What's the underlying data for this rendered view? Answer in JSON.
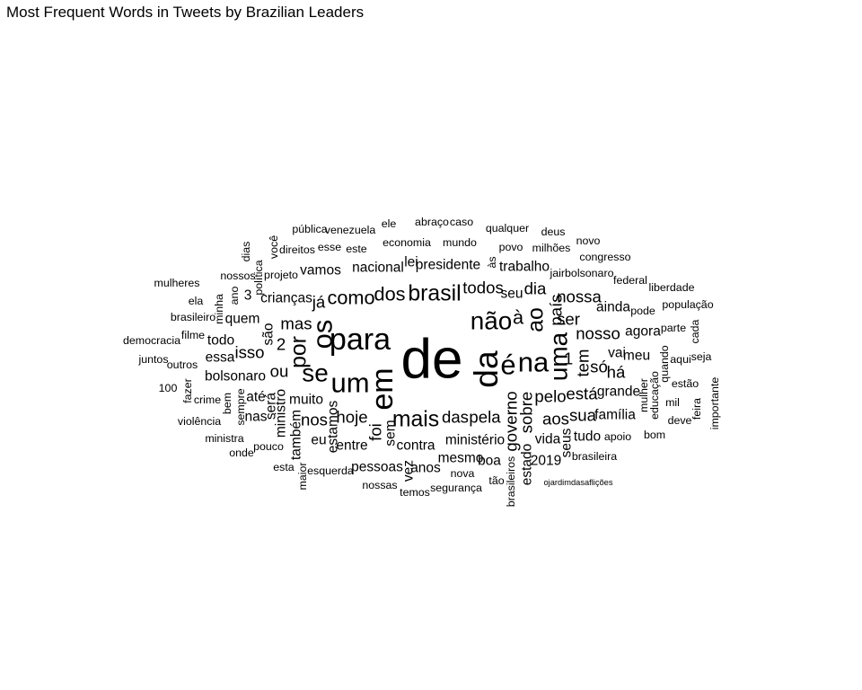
{
  "chart_data": {
    "type": "wordcloud",
    "title": "Most Frequent Words in Tweets by Brazilian Leaders",
    "text_color": "#000000",
    "background_color": "#ffffff",
    "words": [
      {
        "text": "de",
        "size": 10
      },
      {
        "text": "da",
        "size": 6
      },
      {
        "text": "em",
        "size": 5.5
      },
      {
        "text": "para",
        "size": 5.5
      },
      {
        "text": "um",
        "size": 5
      },
      {
        "text": "os",
        "size": 5
      },
      {
        "text": "na",
        "size": 5
      },
      {
        "text": "é",
        "size": 5
      },
      {
        "text": "não",
        "size": 4.5
      },
      {
        "text": "uma",
        "size": 4.5
      },
      {
        "text": "se",
        "size": 4.5
      },
      {
        "text": "mais",
        "size": 4
      },
      {
        "text": "brasil",
        "size": 4
      },
      {
        "text": "por",
        "size": 4
      },
      {
        "text": "ao",
        "size": 4
      },
      {
        "text": "dos",
        "size": 3.5
      },
      {
        "text": "como",
        "size": 3.5
      },
      {
        "text": "à",
        "size": 3.5
      },
      {
        "text": "das",
        "size": 3
      },
      {
        "text": "hoje",
        "size": 3
      },
      {
        "text": "todos",
        "size": 3
      },
      {
        "text": "1",
        "size": 3
      },
      {
        "text": "mas",
        "size": 3
      },
      {
        "text": "sobre",
        "size": 3
      },
      {
        "text": "governo",
        "size": 3
      },
      {
        "text": "tem",
        "size": 3
      },
      {
        "text": "pelo",
        "size": 3
      },
      {
        "text": "pela",
        "size": 3
      },
      {
        "text": "dia",
        "size": 3
      },
      {
        "text": "ou",
        "size": 3
      },
      {
        "text": "já",
        "size": 3
      },
      {
        "text": "2",
        "size": 3
      },
      {
        "text": "nos",
        "size": 3
      },
      {
        "text": "foi",
        "size": 3
      },
      {
        "text": "ser",
        "size": 3
      },
      {
        "text": "nosso",
        "size": 3
      },
      {
        "text": "está",
        "size": 3
      },
      {
        "text": "só",
        "size": 3
      },
      {
        "text": "há",
        "size": 3
      },
      {
        "text": "nossa",
        "size": 3
      },
      {
        "text": "país",
        "size": 3
      },
      {
        "text": "isso",
        "size": 3
      },
      {
        "text": "aos",
        "size": 3
      },
      {
        "text": "sua",
        "size": 3
      },
      {
        "text": "muito",
        "size": 2.5
      },
      {
        "text": "são",
        "size": 2.5
      },
      {
        "text": "quem",
        "size": 2.5
      },
      {
        "text": "contra",
        "size": 2.5
      },
      {
        "text": "até",
        "size": 2.5
      },
      {
        "text": "nas",
        "size": 2.5
      },
      {
        "text": "eu",
        "size": 2.5
      },
      {
        "text": "vida",
        "size": 2.5
      },
      {
        "text": "tudo",
        "size": 2.5
      },
      {
        "text": "entre",
        "size": 2.5
      },
      {
        "text": "ministério",
        "size": 2.5
      },
      {
        "text": "lei",
        "size": 2.5
      },
      {
        "text": "presidente",
        "size": 2.5
      },
      {
        "text": "nacional",
        "size": 2.5
      },
      {
        "text": "vamos",
        "size": 2.5
      },
      {
        "text": "trabalho",
        "size": 2.5
      },
      {
        "text": "crianças",
        "size": 2.5
      },
      {
        "text": "3",
        "size": 2.5
      },
      {
        "text": "todo",
        "size": 2.5
      },
      {
        "text": "essa",
        "size": 2.5
      },
      {
        "text": "bolsonaro",
        "size": 2.5
      },
      {
        "text": "seu",
        "size": 2.5
      },
      {
        "text": "ainda",
        "size": 2.5
      },
      {
        "text": "agora",
        "size": 2.5
      },
      {
        "text": "vai",
        "size": 2.5
      },
      {
        "text": "meu",
        "size": 2.5
      },
      {
        "text": "grande",
        "size": 2.5
      },
      {
        "text": "família",
        "size": 2.5
      },
      {
        "text": "mesmo",
        "size": 2.5
      },
      {
        "text": "anos",
        "size": 2.5
      },
      {
        "text": "pessoas",
        "size": 2.5
      },
      {
        "text": "vez",
        "size": 2.5
      },
      {
        "text": "2019",
        "size": 2.5
      },
      {
        "text": "boa",
        "size": 2.5
      },
      {
        "text": "estado",
        "size": 2.5
      },
      {
        "text": "ministro",
        "size": 2.5
      },
      {
        "text": "será",
        "size": 2.5
      },
      {
        "text": "também",
        "size": 2.5
      },
      {
        "text": "estamos",
        "size": 2.5
      },
      {
        "text": "sem",
        "size": 2.5
      },
      {
        "text": "seus",
        "size": 2.5
      },
      {
        "text": "apoio",
        "size": 2
      },
      {
        "text": "pode",
        "size": 2
      },
      {
        "text": "aqui",
        "size": 2
      },
      {
        "text": "mil",
        "size": 2
      },
      {
        "text": "quando",
        "size": 2
      },
      {
        "text": "educação",
        "size": 2
      },
      {
        "text": "mulher",
        "size": 2
      },
      {
        "text": "bem",
        "size": 2
      },
      {
        "text": "sempre",
        "size": 2
      },
      {
        "text": "crime",
        "size": 2
      },
      {
        "text": "fazer",
        "size": 2
      },
      {
        "text": "minha",
        "size": 2
      },
      {
        "text": "ano",
        "size": 2
      },
      {
        "text": "projeto",
        "size": 2
      },
      {
        "text": "política",
        "size": 2
      },
      {
        "text": "direitos",
        "size": 2
      },
      {
        "text": "esse",
        "size": 2
      },
      {
        "text": "este",
        "size": 2
      },
      {
        "text": "economia",
        "size": 2
      },
      {
        "text": "mundo",
        "size": 2
      },
      {
        "text": "povo",
        "size": 2
      },
      {
        "text": "milhões",
        "size": 2
      },
      {
        "text": "às",
        "size": 2
      },
      {
        "text": "jairbolsonaro",
        "size": 2
      },
      {
        "text": "federal",
        "size": 2
      },
      {
        "text": "congresso",
        "size": 2
      },
      {
        "text": "novo",
        "size": 2
      },
      {
        "text": "deus",
        "size": 2
      },
      {
        "text": "qualquer",
        "size": 2
      },
      {
        "text": "caso",
        "size": 2
      },
      {
        "text": "abraço",
        "size": 2
      },
      {
        "text": "ele",
        "size": 2
      },
      {
        "text": "venezuela",
        "size": 2
      },
      {
        "text": "pública",
        "size": 2
      },
      {
        "text": "você",
        "size": 2
      },
      {
        "text": "dias",
        "size": 2
      },
      {
        "text": "nossos",
        "size": 2
      },
      {
        "text": "mulheres",
        "size": 2
      },
      {
        "text": "ela",
        "size": 2
      },
      {
        "text": "brasileiro",
        "size": 2
      },
      {
        "text": "filme",
        "size": 2
      },
      {
        "text": "democracia",
        "size": 2
      },
      {
        "text": "juntos",
        "size": 2
      },
      {
        "text": "outros",
        "size": 2
      },
      {
        "text": "100",
        "size": 2
      },
      {
        "text": "violência",
        "size": 2
      },
      {
        "text": "ministra",
        "size": 2
      },
      {
        "text": "onde",
        "size": 2
      },
      {
        "text": "pouco",
        "size": 2
      },
      {
        "text": "esta",
        "size": 2
      },
      {
        "text": "maior",
        "size": 2
      },
      {
        "text": "esquerda",
        "size": 2
      },
      {
        "text": "nossas",
        "size": 2
      },
      {
        "text": "temos",
        "size": 2
      },
      {
        "text": "segurança",
        "size": 2
      },
      {
        "text": "nova",
        "size": 2
      },
      {
        "text": "tão",
        "size": 2
      },
      {
        "text": "brasileiros",
        "size": 2
      },
      {
        "text": "ojardimdasaflições",
        "size": 1.5
      },
      {
        "text": "brasileira",
        "size": 2
      },
      {
        "text": "bom",
        "size": 2
      },
      {
        "text": "deve",
        "size": 2
      },
      {
        "text": "estão",
        "size": 2
      },
      {
        "text": "feira",
        "size": 2
      },
      {
        "text": "importante",
        "size": 2
      },
      {
        "text": "seja",
        "size": 2
      },
      {
        "text": "cada",
        "size": 2
      },
      {
        "text": "parte",
        "size": 2
      },
      {
        "text": "população",
        "size": 2
      },
      {
        "text": "liberdade",
        "size": 2
      }
    ]
  }
}
